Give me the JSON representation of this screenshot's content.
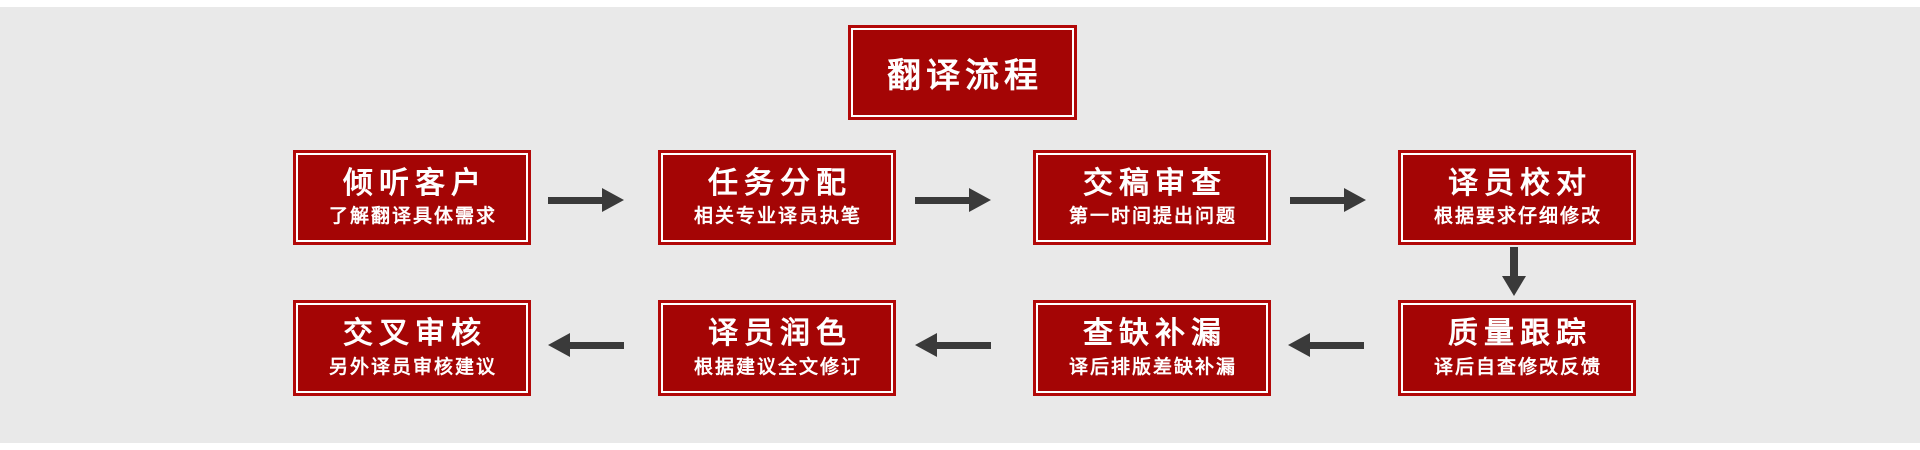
{
  "title": {
    "label": "翻译流程"
  },
  "colors": {
    "box_fill": "#a40505",
    "box_border": "#b20808",
    "arrow": "#3a3a3a",
    "text": "#ffffff",
    "bg": "#e9e9e9"
  },
  "flow": {
    "steps": [
      {
        "title": "倾听客户",
        "subtitle": "了解翻译具体需求"
      },
      {
        "title": "任务分配",
        "subtitle": "相关专业译员执笔"
      },
      {
        "title": "交稿审查",
        "subtitle": "第一时间提出问题"
      },
      {
        "title": "译员校对",
        "subtitle": "根据要求仔细修改"
      },
      {
        "title": "质量跟踪",
        "subtitle": "译后自查修改反馈"
      },
      {
        "title": "查缺补漏",
        "subtitle": "译后排版差缺补漏"
      },
      {
        "title": "译员润色",
        "subtitle": "根据建议全文修订"
      },
      {
        "title": "交叉审核",
        "subtitle": "另外译员审核建议"
      }
    ],
    "connections": [
      {
        "from": "倾听客户",
        "to": "任务分配",
        "direction": "right"
      },
      {
        "from": "任务分配",
        "to": "交稿审查",
        "direction": "right"
      },
      {
        "from": "交稿审查",
        "to": "译员校对",
        "direction": "right"
      },
      {
        "from": "译员校对",
        "to": "质量跟踪",
        "direction": "down"
      },
      {
        "from": "质量跟踪",
        "to": "查缺补漏",
        "direction": "left"
      },
      {
        "from": "查缺补漏",
        "to": "译员润色",
        "direction": "left"
      },
      {
        "from": "译员润色",
        "to": "交叉审核",
        "direction": "left"
      }
    ]
  }
}
